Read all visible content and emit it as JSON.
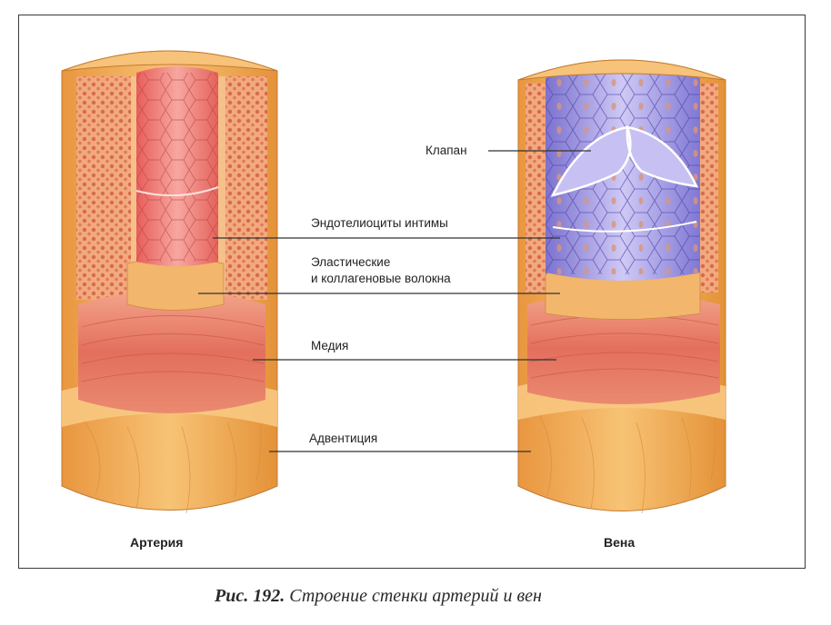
{
  "figure": {
    "caption_prefix": "Рис. 192.",
    "caption_text": "Строение стенки артерий и вен"
  },
  "vessels": {
    "artery": "Артерия",
    "vein": "Вена"
  },
  "labels": {
    "valve": "Клапан",
    "endothelium": "Эндотелиоциты интимы",
    "fibers_line1": "Эластические",
    "fibers_line2": "и коллагеновые волокна",
    "media": "Медия",
    "adventitia": "Адвентиция"
  },
  "colors": {
    "adventitia": "#f2b15c",
    "media": "#e8806a",
    "intima_artery": "#ef7f74",
    "intima_vein": "#a9a4e6",
    "wall_dots": "#e58f6c",
    "leader_line": "#333333"
  }
}
